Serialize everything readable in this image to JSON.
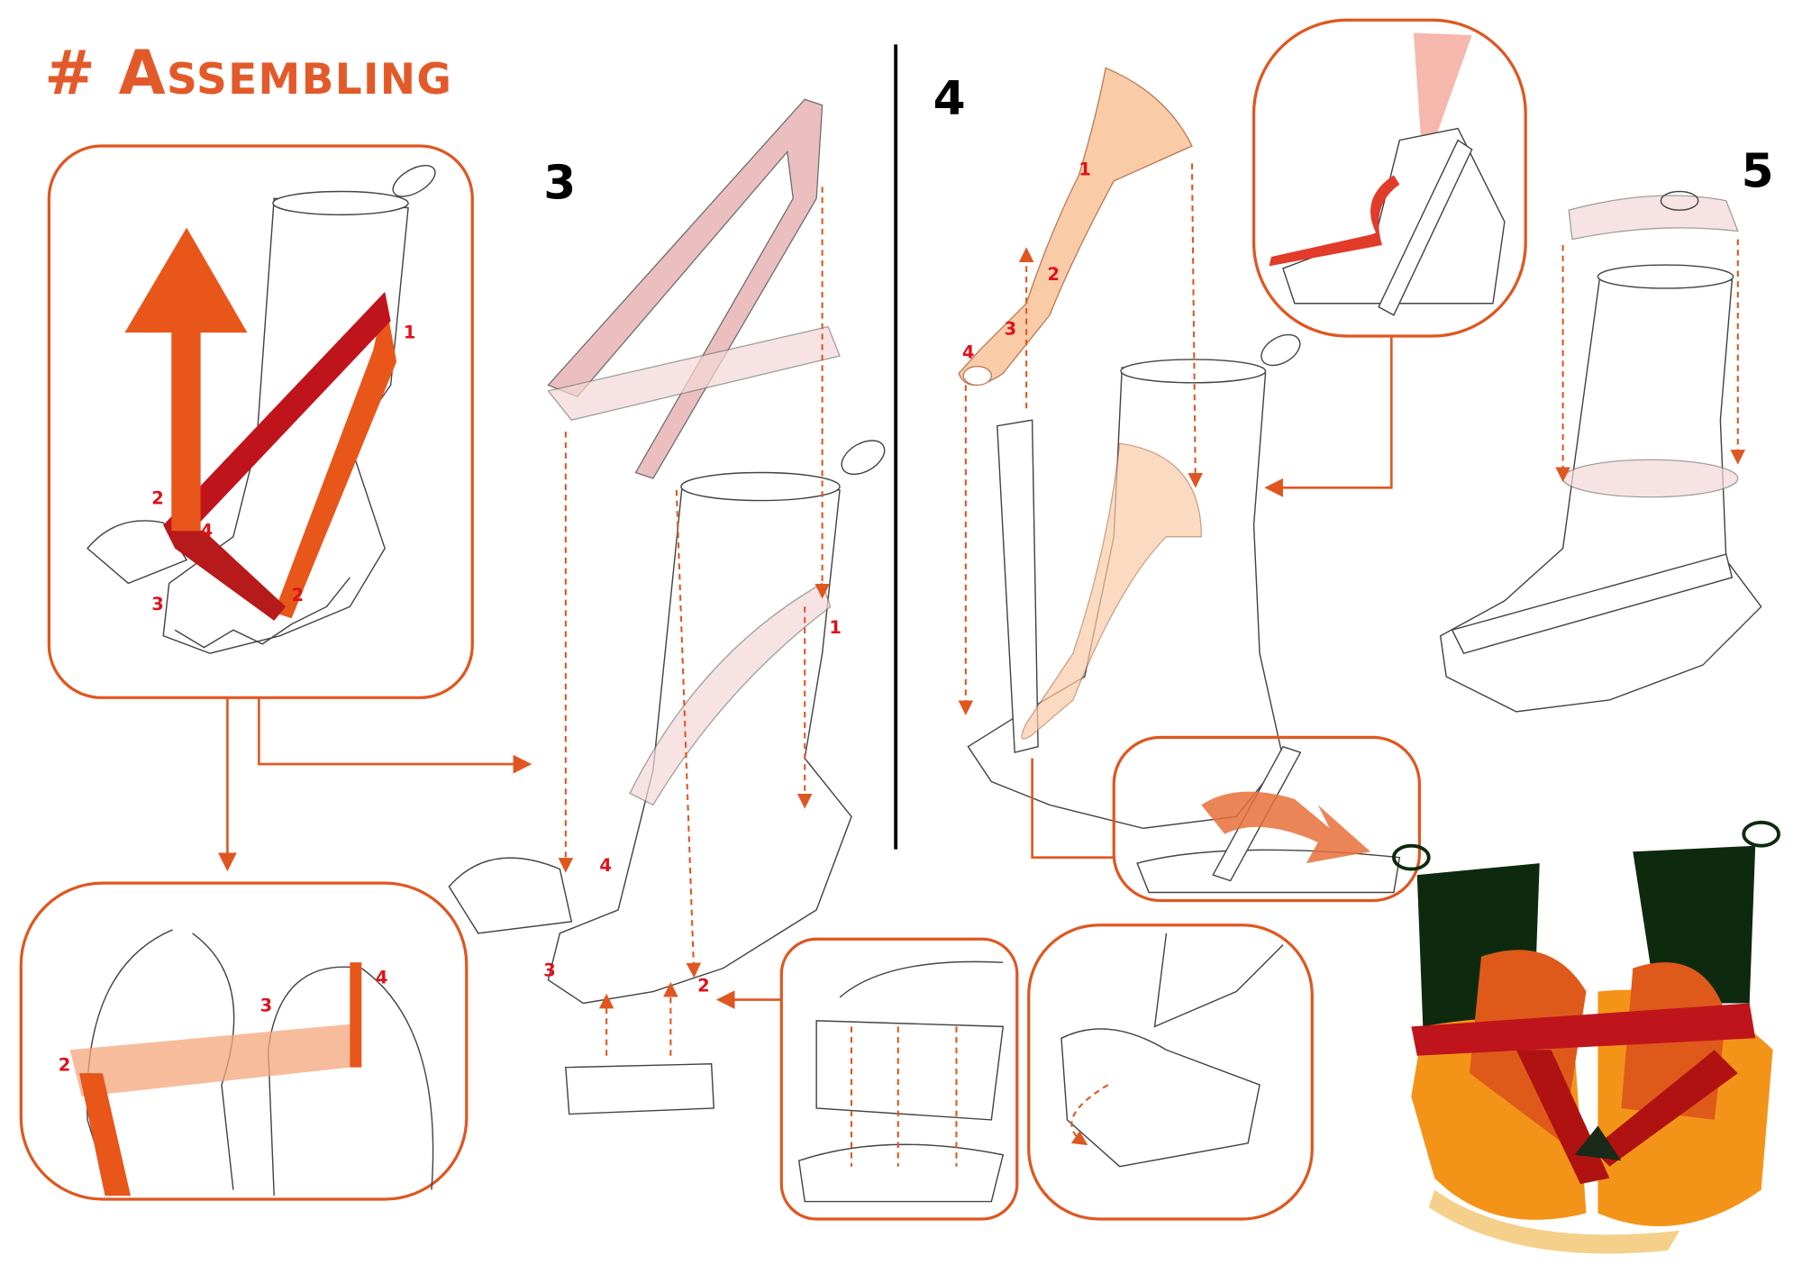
{
  "title": "# Assembling",
  "steps": {
    "s3": "3",
    "s4": "4",
    "s5": "5"
  },
  "panel1_labels": [
    "1",
    "2",
    "4",
    "3",
    "2"
  ],
  "panel_bottom_left_labels": [
    "4",
    "3",
    "2"
  ],
  "step3_labels": [
    "1",
    "4",
    "3",
    "2"
  ],
  "step4_labels": [
    "1",
    "2",
    "3",
    "4"
  ],
  "colors": {
    "accent": "#e0561f",
    "label_red": "#e0101a",
    "strap_red": "#c0141c",
    "strap_orange": "#e8561a",
    "pink": "#e8b4b4",
    "peach": "#f9cba6",
    "dark_green": "#0e2a0e"
  }
}
